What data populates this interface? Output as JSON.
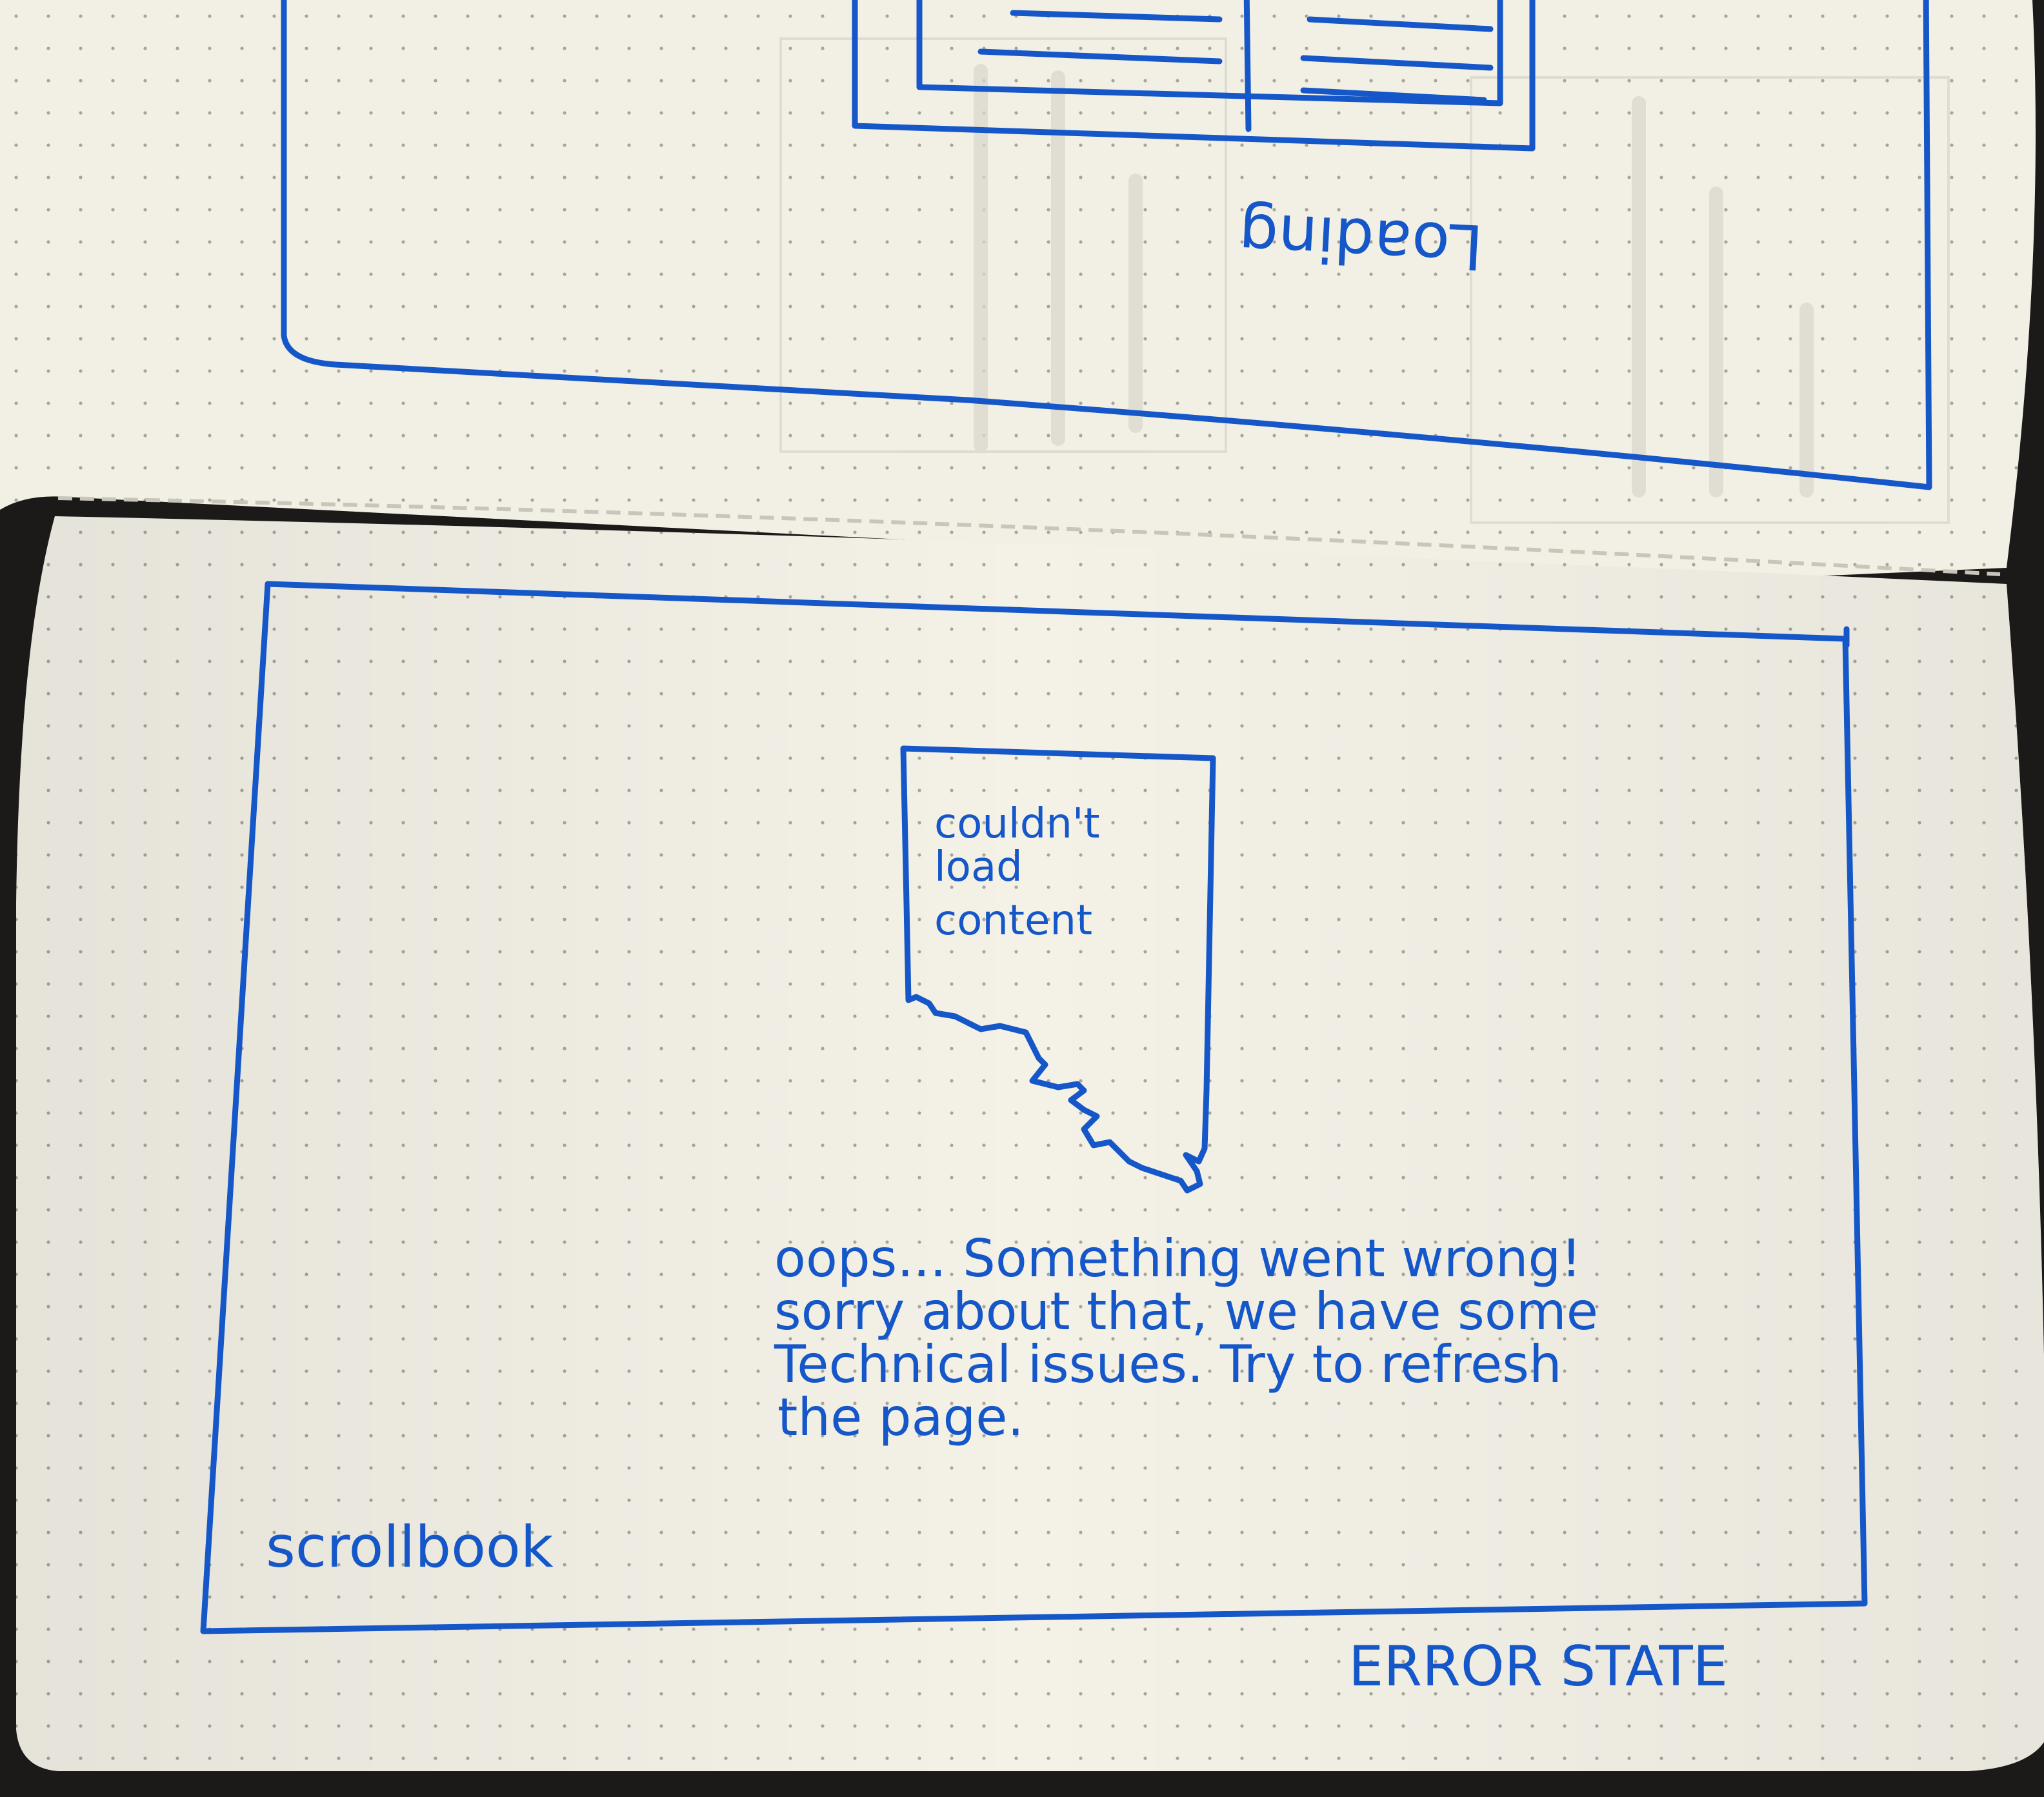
{
  "top_page": {
    "loading_label": "Loading"
  },
  "bottom_page": {
    "error_card": {
      "message_lines": [
        "couldn't",
        "load",
        "content"
      ]
    },
    "error_text_lines": [
      "oops... Something went wrong!",
      "sorry about that, we have some",
      "Technical issues. Try to refresh",
      "the page."
    ],
    "brand": "scrollbook",
    "screen_label": "ERROR STATE"
  },
  "colors": {
    "ink": "#1557c9",
    "paper": "#f3f0e6",
    "background": "#1b1a19",
    "ghost_ink": "#cfccc2"
  }
}
